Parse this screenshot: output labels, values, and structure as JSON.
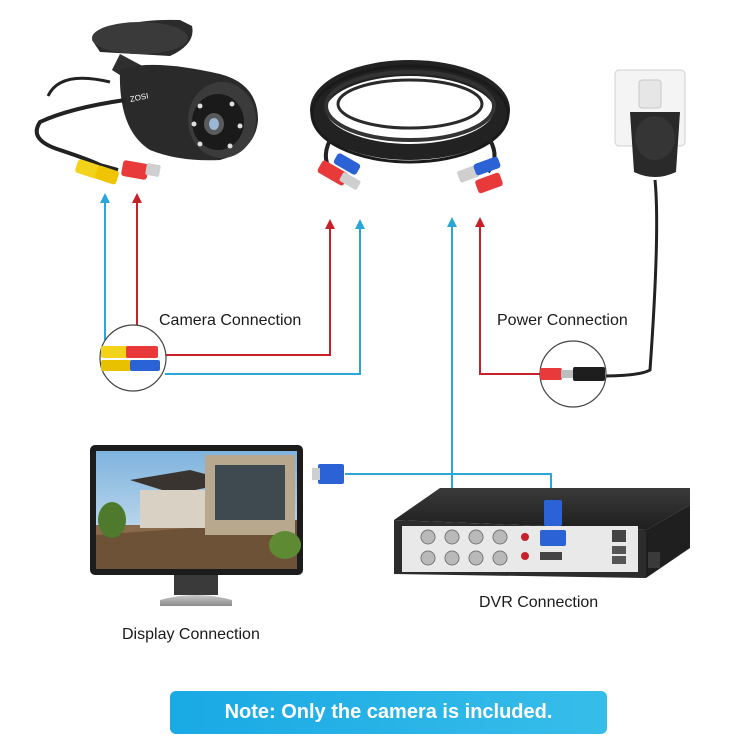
{
  "labels": {
    "camera_connection": "Camera Connection",
    "power_connection": "Power Connection",
    "dvr_connection": "DVR Connection",
    "display_connection": "Display Connection"
  },
  "camera_brand": "ZOSI",
  "note": "Note: Only the camera is included.",
  "colors": {
    "video_line": "#2aa7d8",
    "power_line": "#c8202a",
    "note_bg": "#22aee6",
    "connector_yellow": "#f3d21a",
    "connector_red": "#e83a3a",
    "connector_blue": "#2b63d6"
  }
}
